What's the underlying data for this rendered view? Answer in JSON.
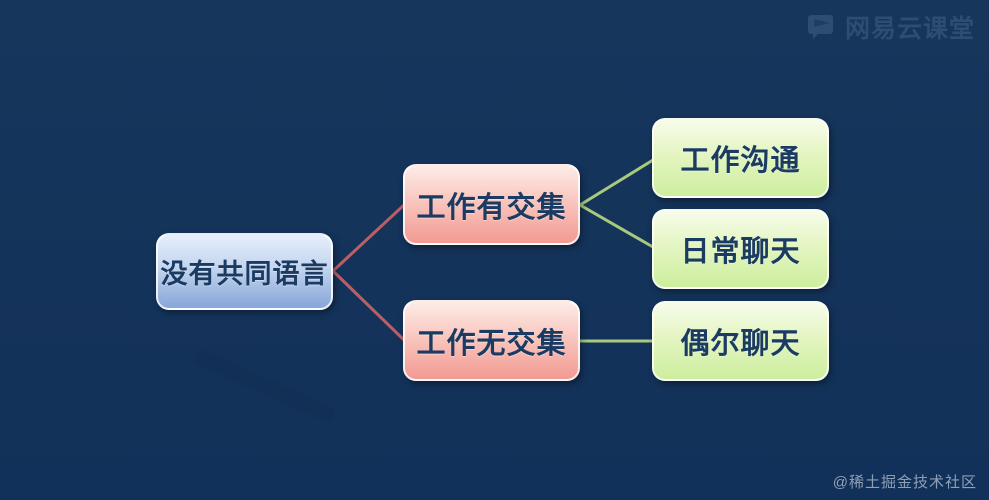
{
  "page": {
    "background_color": "#14335a"
  },
  "header": {
    "logo_text": "网易云课堂",
    "logo_icon": "book-icon",
    "logo_color": "#2d4d73"
  },
  "watermark": {
    "text": "@稀土掘金技术社区"
  },
  "mindmap": {
    "root": {
      "label": "没有共同语言",
      "fill_top": "#e6effb",
      "fill_bottom": "#86a5d9"
    },
    "branches": [
      {
        "label": "工作有交集",
        "children": [
          {
            "label": "工作沟通"
          },
          {
            "label": "日常聊天"
          }
        ]
      },
      {
        "label": "工作无交集",
        "children": [
          {
            "label": "偶尔聊天"
          }
        ]
      }
    ],
    "branch_fill_top": "#fdece7",
    "branch_fill_bottom": "#f29a92",
    "leaf_fill_top": "#f7fceb",
    "leaf_fill_bottom": "#cdee9e",
    "text_color": "#1b3b62",
    "link_color_red": "#bb5f66",
    "link_color_green": "#a9c97d"
  }
}
